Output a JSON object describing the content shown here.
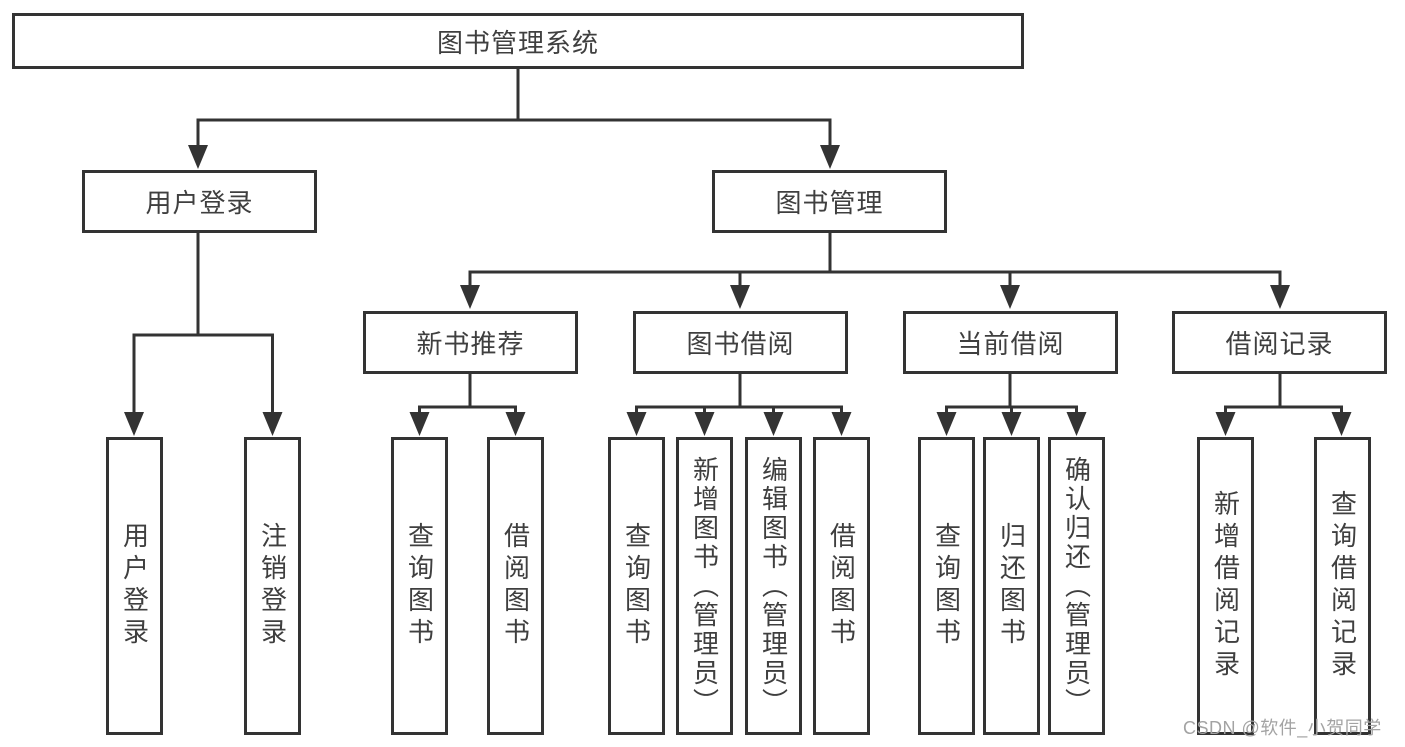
{
  "diagram": {
    "root": {
      "label": "图书管理系统"
    },
    "level2": [
      {
        "label": "用户登录"
      },
      {
        "label": "图书管理"
      }
    ],
    "level3": [
      {
        "label": "新书推荐"
      },
      {
        "label": "图书借阅"
      },
      {
        "label": "当前借阅"
      },
      {
        "label": "借阅记录"
      }
    ],
    "leaves": {
      "user_login": [
        {
          "label": "用户登录"
        },
        {
          "label": "注销登录"
        }
      ],
      "new_book": [
        {
          "label": "查询图书"
        },
        {
          "label": "借阅图书"
        }
      ],
      "book_borrow": [
        {
          "label": "查询图书"
        },
        {
          "label": "新增图书（管理员）"
        },
        {
          "label": "编辑图书（管理员）"
        },
        {
          "label": "借阅图书"
        }
      ],
      "current_borrow": [
        {
          "label": "查询图书"
        },
        {
          "label": "归还图书"
        },
        {
          "label": "确认归还（管理员）"
        }
      ],
      "borrow_record": [
        {
          "label": "新增借阅记录"
        },
        {
          "label": "查询借阅记录"
        }
      ]
    }
  },
  "watermark": {
    "text": "CSDN @软件_小贺同学"
  },
  "colors": {
    "line": "#333333",
    "box_border": "#333333",
    "box_fill": "#ffffff",
    "text": "#3f3f3f",
    "watermark": "#a3a3a3",
    "background": "#ffffff"
  }
}
